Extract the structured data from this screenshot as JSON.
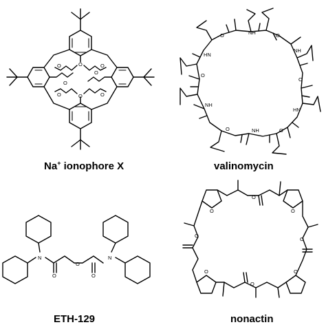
{
  "panels": [
    {
      "id": "na-ionophore-x",
      "label": "Na",
      "superscript": "+",
      "label_rest": " ionophore X"
    },
    {
      "id": "valinomycin",
      "label": "valinomycin"
    },
    {
      "id": "eth-129",
      "label": "ETH-129"
    },
    {
      "id": "nonactin",
      "label": "nonactin"
    }
  ],
  "atom_labels": {
    "oxygen": "O",
    "nitrogen": "N",
    "amide": "NH",
    "imino": "HN"
  }
}
